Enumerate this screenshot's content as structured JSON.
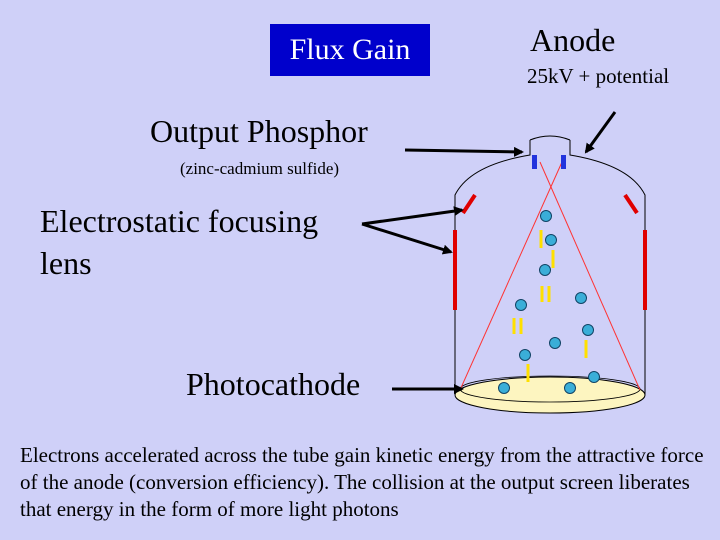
{
  "labels": {
    "flux_gain": "Flux Gain",
    "anode": "Anode",
    "anode_potential": "25kV + potential",
    "output_phosphor": "Output Phosphor",
    "phosphor_material": "(zinc-cadmium sulfide)",
    "focusing_lens_line1": "Electrostatic focusing",
    "focusing_lens_line2": "lens",
    "photocathode": "Photocathode"
  },
  "caption": "Electrons accelerated across the tube gain kinetic energy from the attractive force of the anode (conversion efficiency).  The collision at the output screen liberates that energy in the form of more light photons",
  "colors": {
    "background": "#cfd0f8",
    "flux_box": "#0000cc",
    "electrode": "#e00000",
    "anode_marker": "#2233dd",
    "electron": "#3aaed8",
    "photon": "#ffe000",
    "photocathode": "#fdf5c0",
    "ray": "#ff3333"
  }
}
